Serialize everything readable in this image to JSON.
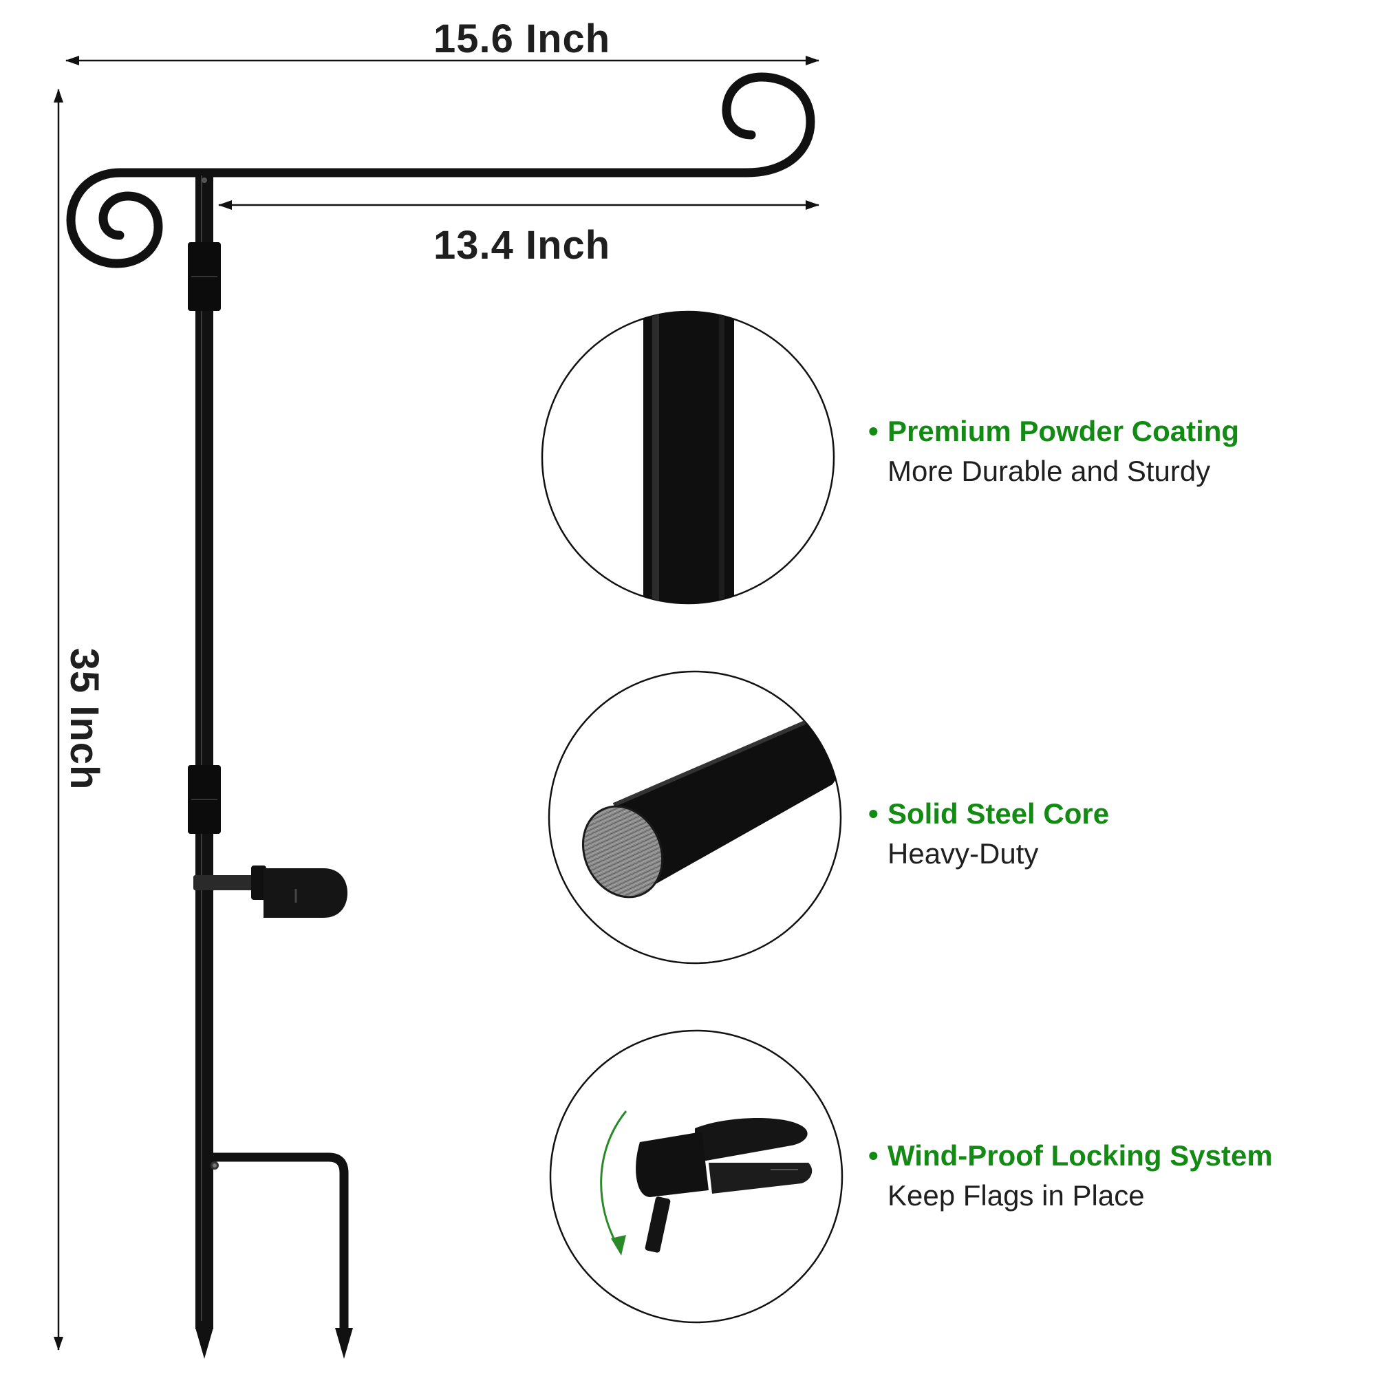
{
  "dimensions": {
    "total_width": "15.6 Inch",
    "arm_length": "13.4 Inch",
    "height": "35 Inch"
  },
  "features": [
    {
      "title": "Premium Powder Coating",
      "description": "More Durable and Sturdy",
      "icon": "pole-closeup-icon"
    },
    {
      "title": "Solid Steel Core",
      "description": "Heavy-Duty",
      "icon": "rod-cross-section-icon"
    },
    {
      "title": "Wind-Proof Locking System",
      "description": "Keep Flags in Place",
      "icon": "clip-lock-icon"
    }
  ],
  "colors": {
    "accent": "#138a13",
    "text": "#1f1f1f",
    "pole": "#111111"
  }
}
